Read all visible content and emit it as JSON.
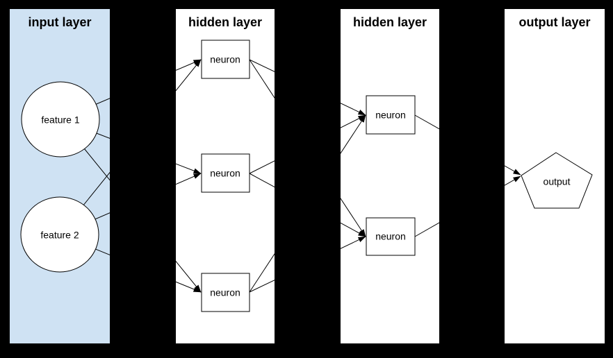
{
  "colors": {
    "background": "#000000",
    "input_panel_fill": "#cfe2f3",
    "hidden_panel_fill": "#ffffff",
    "output_panel_fill": "#ffffff",
    "node_fill": "#ffffff",
    "stroke": "#000000"
  },
  "layers": [
    {
      "title": "input layer",
      "nodes": [
        {
          "id": "feature-1",
          "shape": "circle",
          "label": "feature 1"
        },
        {
          "id": "feature-2",
          "shape": "circle",
          "label": "feature 2"
        }
      ]
    },
    {
      "title": "hidden layer",
      "nodes": [
        {
          "id": "h1-neuron-1",
          "shape": "rect",
          "label": "neuron"
        },
        {
          "id": "h1-neuron-2",
          "shape": "rect",
          "label": "neuron"
        },
        {
          "id": "h1-neuron-3",
          "shape": "rect",
          "label": "neuron"
        }
      ]
    },
    {
      "title": "hidden layer",
      "nodes": [
        {
          "id": "h2-neuron-1",
          "shape": "rect",
          "label": "neuron"
        },
        {
          "id": "h2-neuron-2",
          "shape": "rect",
          "label": "neuron"
        }
      ]
    },
    {
      "title": "output layer",
      "nodes": [
        {
          "id": "output",
          "shape": "pentagon",
          "label": "output"
        }
      ]
    }
  ],
  "edges": [
    {
      "from": "feature-1",
      "to": "h1-neuron-1"
    },
    {
      "from": "feature-1",
      "to": "h1-neuron-2"
    },
    {
      "from": "feature-1",
      "to": "h1-neuron-3"
    },
    {
      "from": "feature-2",
      "to": "h1-neuron-1"
    },
    {
      "from": "feature-2",
      "to": "h1-neuron-2"
    },
    {
      "from": "feature-2",
      "to": "h1-neuron-3"
    },
    {
      "from": "h1-neuron-1",
      "to": "h2-neuron-1"
    },
    {
      "from": "h1-neuron-1",
      "to": "h2-neuron-2"
    },
    {
      "from": "h1-neuron-2",
      "to": "h2-neuron-1"
    },
    {
      "from": "h1-neuron-2",
      "to": "h2-neuron-2"
    },
    {
      "from": "h1-neuron-3",
      "to": "h2-neuron-1"
    },
    {
      "from": "h1-neuron-3",
      "to": "h2-neuron-2"
    },
    {
      "from": "h2-neuron-1",
      "to": "output"
    },
    {
      "from": "h2-neuron-2",
      "to": "output"
    }
  ]
}
